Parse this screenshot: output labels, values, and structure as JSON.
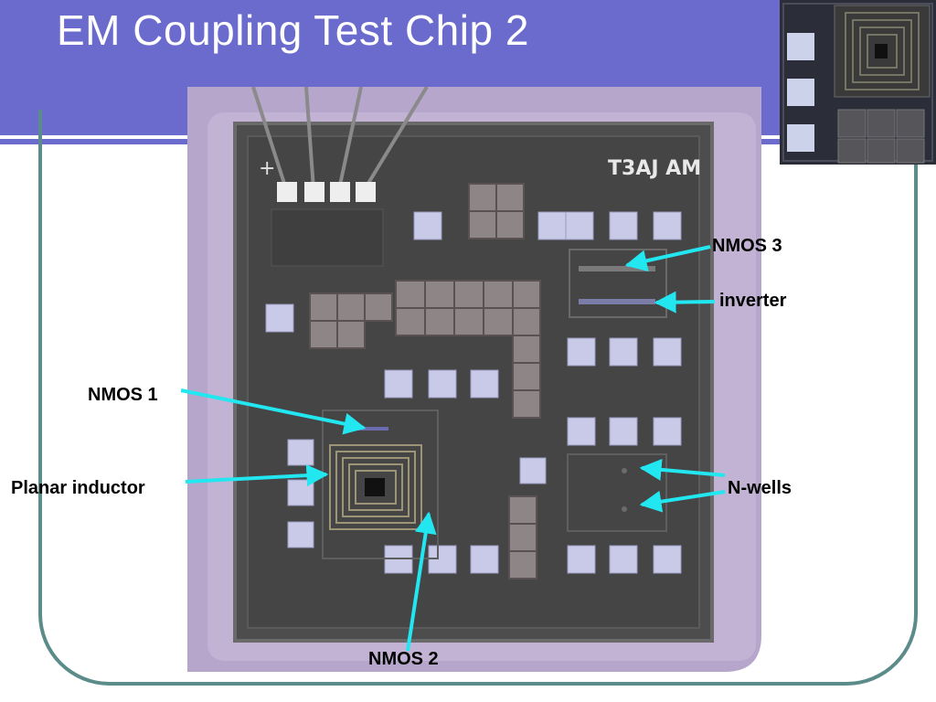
{
  "slide": {
    "title": "EM Coupling Test Chip 2"
  },
  "chip": {
    "marking": "T3AJ AM",
    "plus_sign": "+"
  },
  "callouts": {
    "nmos3": "NMOS 3",
    "inverter": "inverter",
    "nmos1": "NMOS 1",
    "planar_inductor": "Planar inductor",
    "nwells": "N-wells",
    "nmos2": "NMOS 2"
  },
  "colors": {
    "header": "#6a6bcc",
    "frame": "#5b8c89",
    "arrow": "#22e6f0",
    "chip_bg": "#b6a5c9",
    "die": "#4a4a4a",
    "pad": "#c6c8e6"
  }
}
